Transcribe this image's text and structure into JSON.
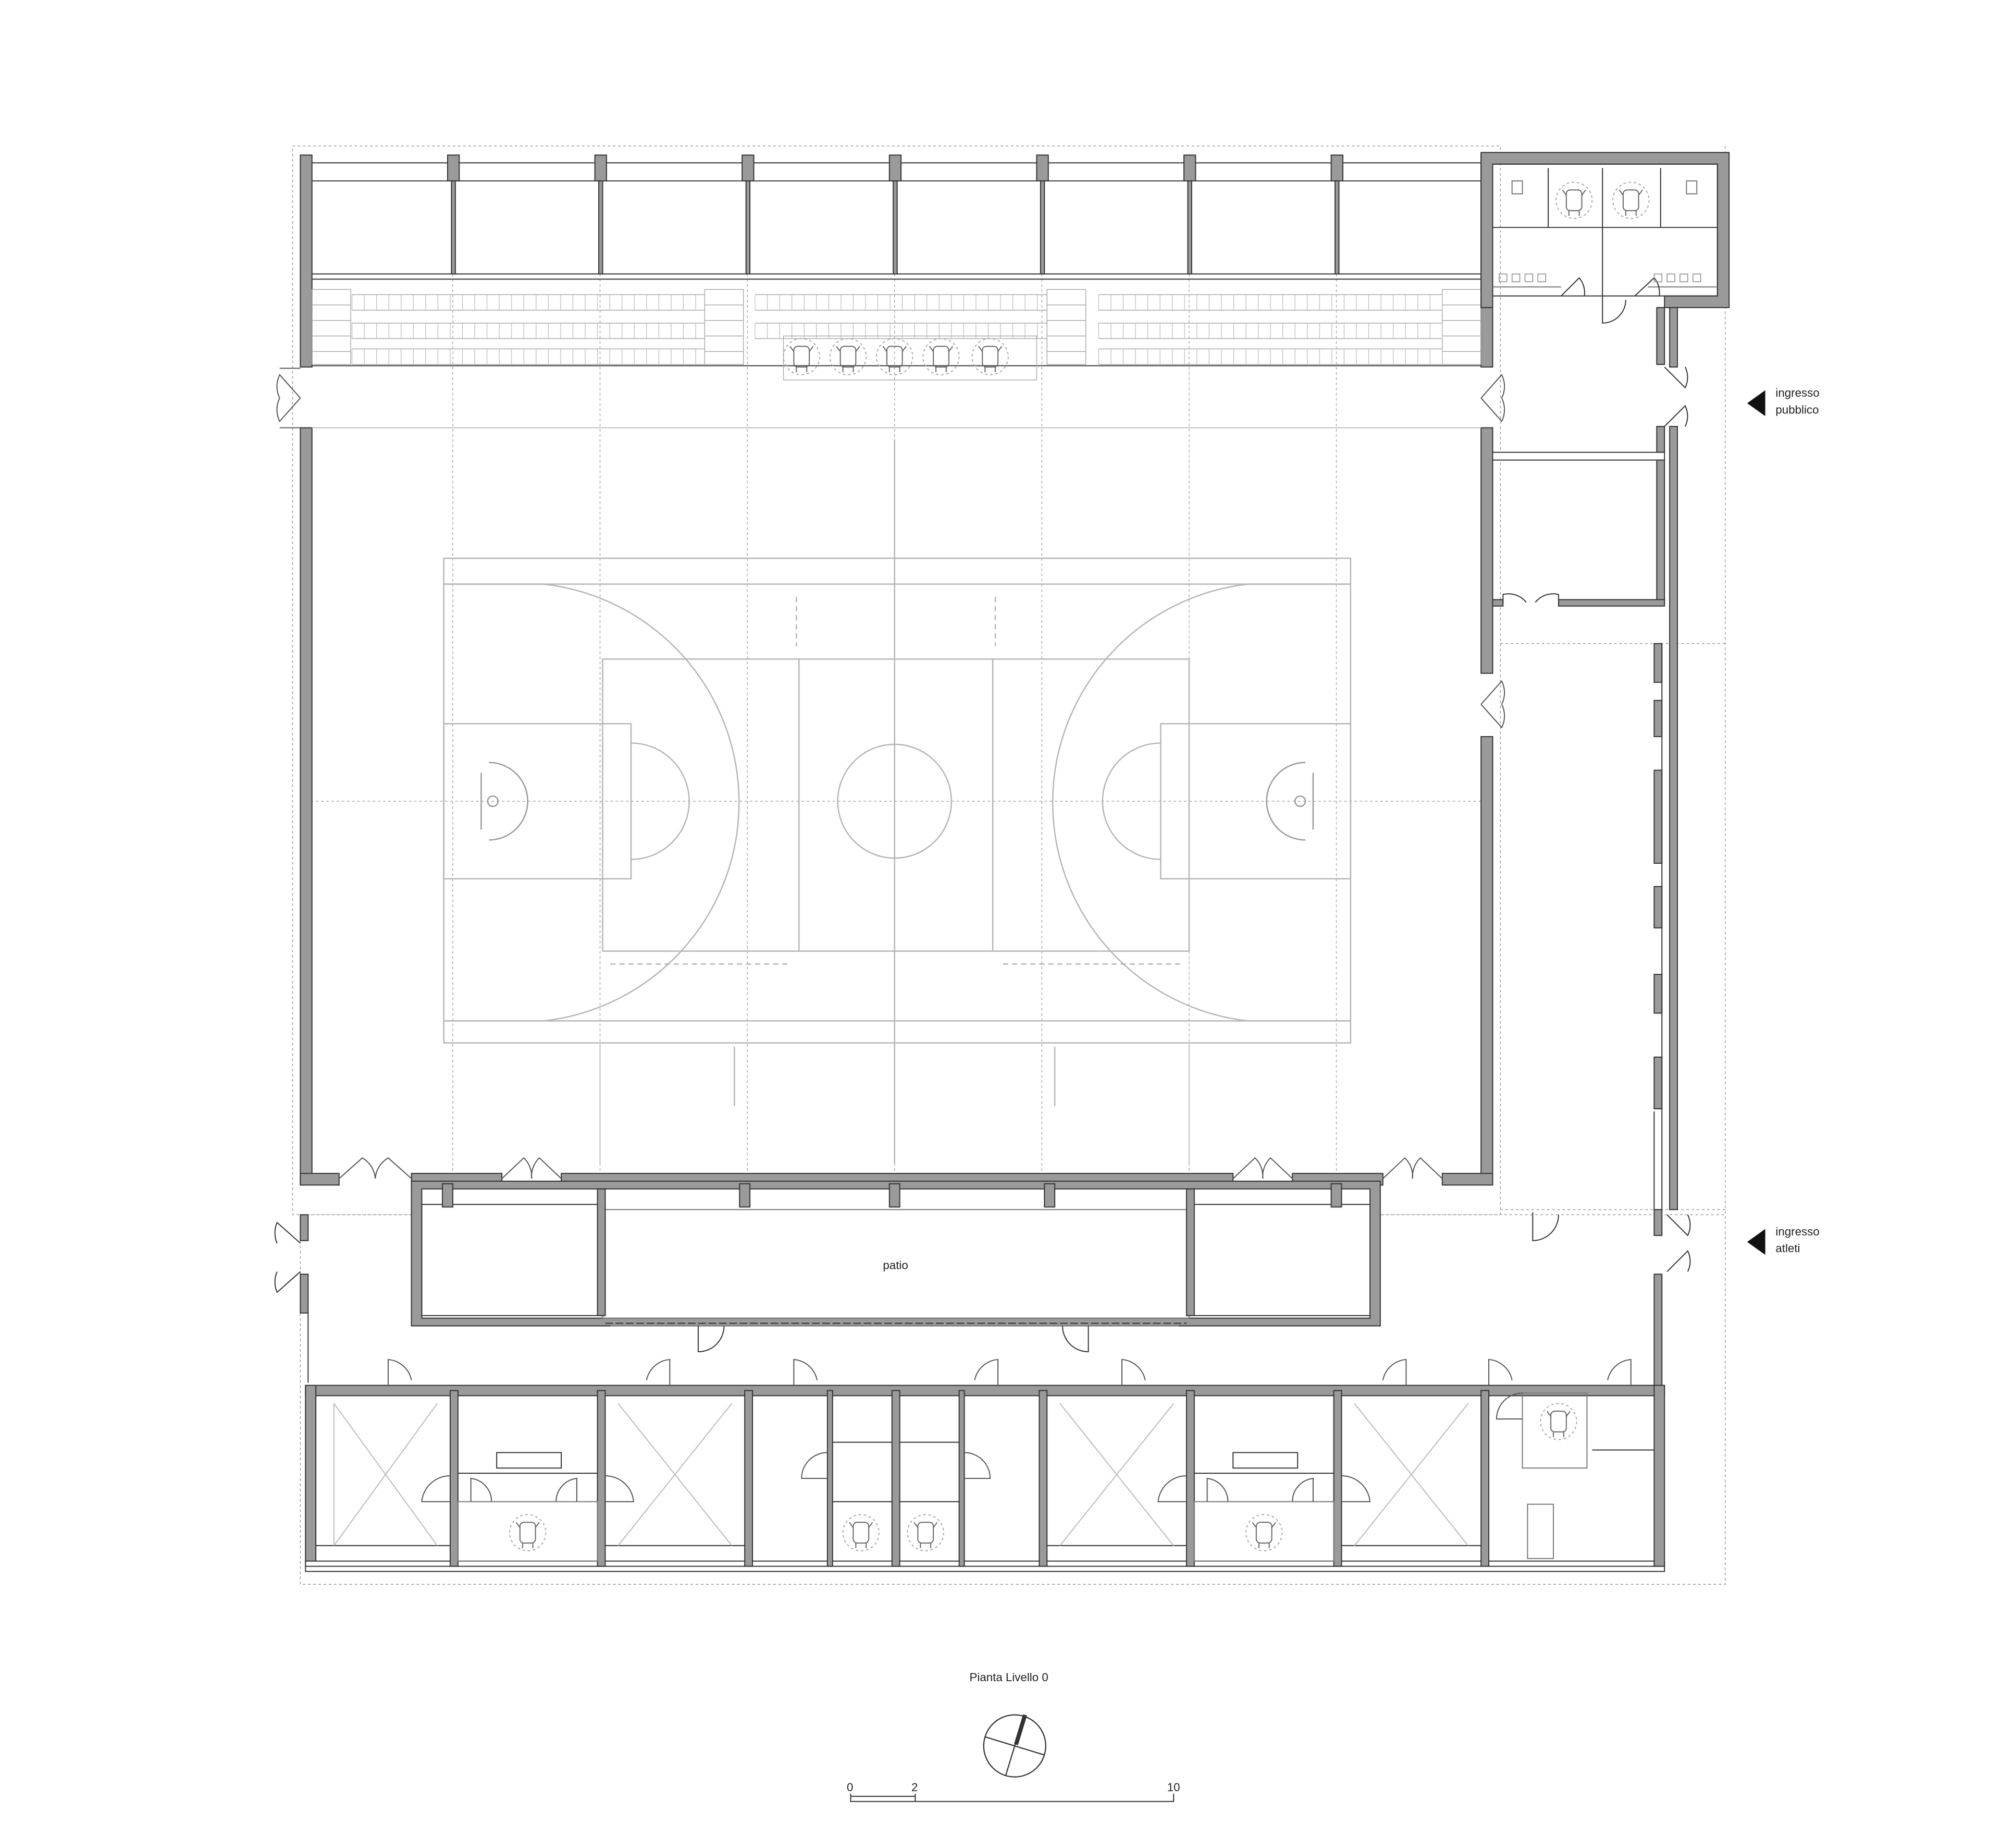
{
  "labels": {
    "entrance_public_line1": "ingresso",
    "entrance_public_line2": "pubblico",
    "entrance_athletes_line1": "ingresso",
    "entrance_athletes_line2": "atleti",
    "patio": "patio",
    "plan_title": "Pianta Livello 0"
  },
  "scale_bar": {
    "ticks": [
      "0",
      "2",
      "10"
    ]
  },
  "colors": {
    "wall_fill": "#9a9a9a",
    "line": "#333333",
    "court": "#b5b5b5",
    "dotted": "#999999"
  }
}
